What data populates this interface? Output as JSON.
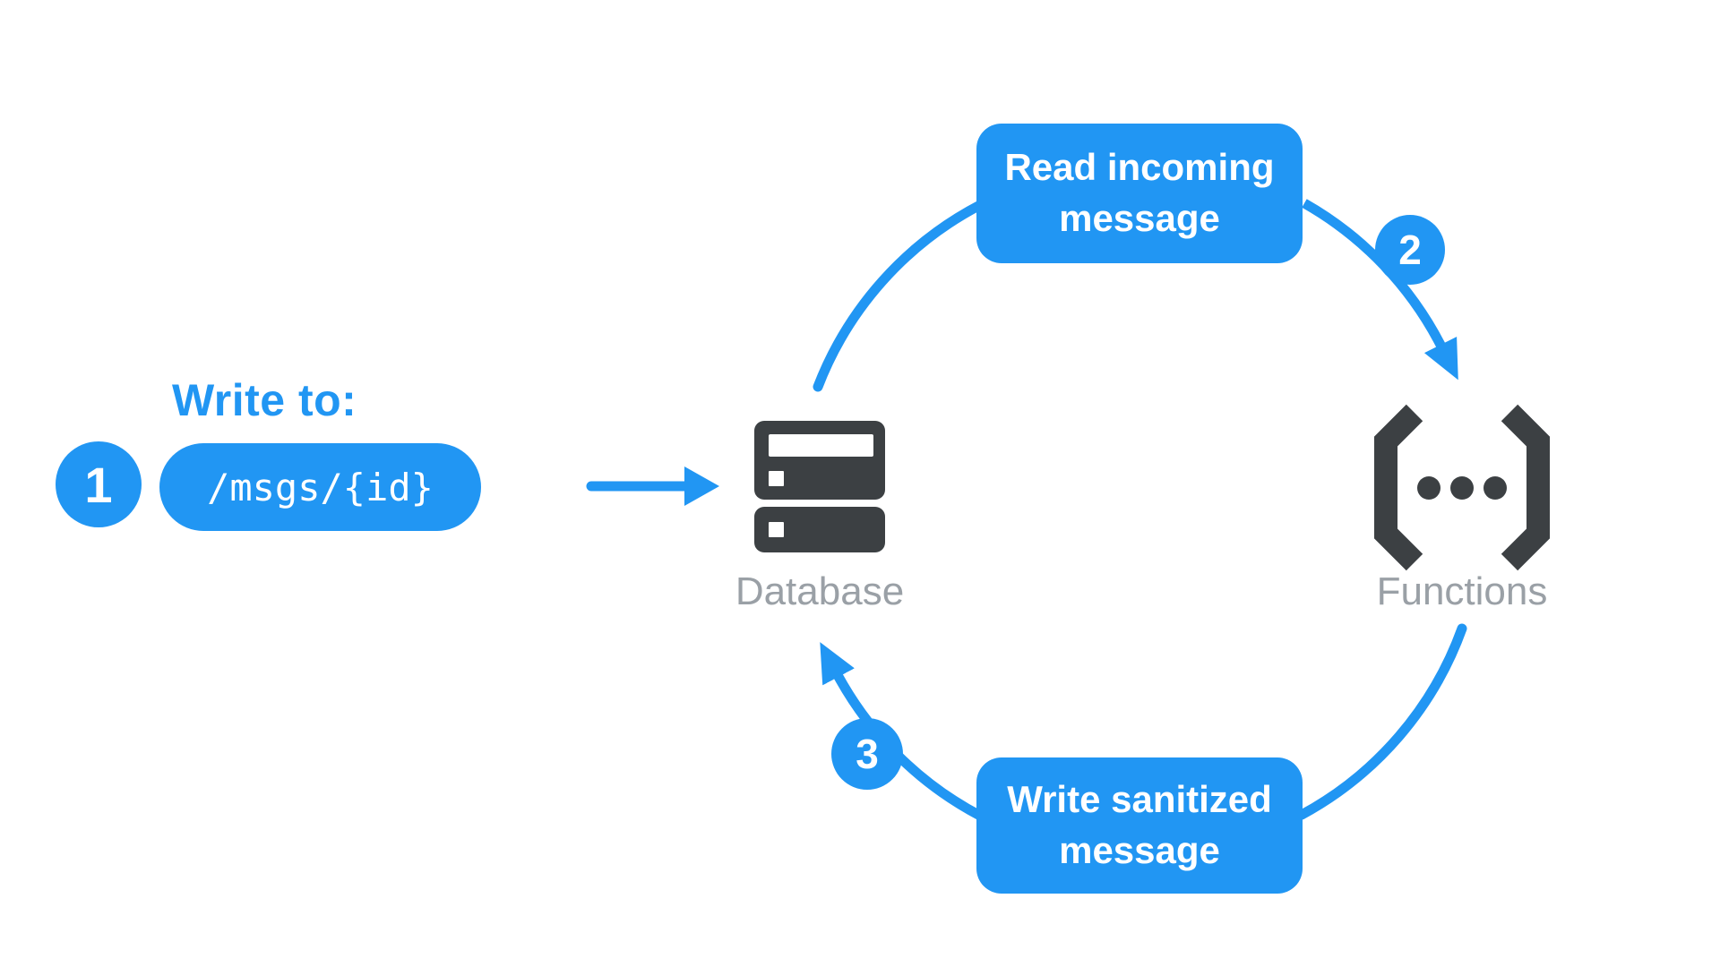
{
  "colors": {
    "accent_blue": "#2196F3",
    "icon_dark_gray": "#3C4043",
    "node_label_gray": "#9AA0A6",
    "text_on_blue": "#FFFFFF",
    "background": "#FFFFFF"
  },
  "steps": [
    {
      "number": "1",
      "title": "Write to:",
      "path": "/msgs/{id}"
    },
    {
      "number": "2",
      "label": "Read incoming message"
    },
    {
      "number": "3",
      "label": "Write sanitized message"
    }
  ],
  "nodes": {
    "database": {
      "label": "Database",
      "icon": "server-stack-icon"
    },
    "functions": {
      "label": "Functions",
      "icon": "code-brackets-dots-icon"
    }
  },
  "arrows": {
    "write_arrow": "right-arrow-icon",
    "cycle_direction": "clockwise"
  }
}
